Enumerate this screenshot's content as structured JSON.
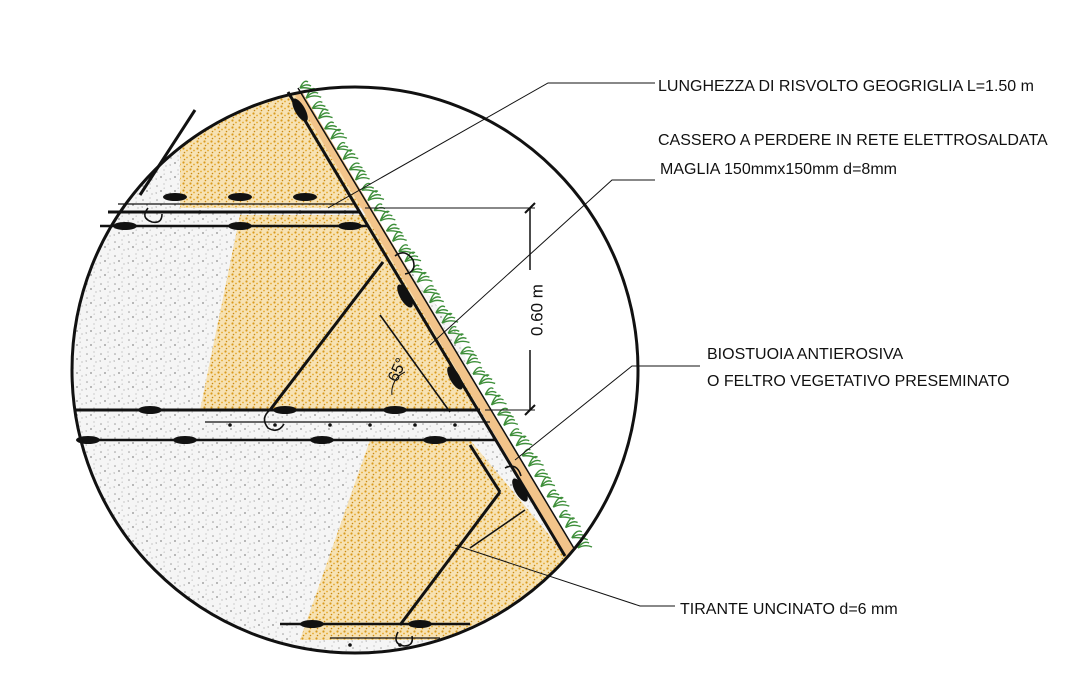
{
  "labels": {
    "risvolto": "LUNGHEZZA DI RISVOLTO GEOGRIGLIA L=1.50 m",
    "cassero_line1": "CASSERO A PERDERE IN RETE ELETTROSALDATA",
    "cassero_line2": "MAGLIA 150mmx150mm d=8mm",
    "biostuoia_line1": "BIOSTUOIA ANTIEROSIVA",
    "biostuoia_line2": "O FELTRO VEGETATIVO PRESEMINATO",
    "tirante": "TIRANTE UNCINATO d=6 mm",
    "dimension": "0.60 m",
    "angle": "65°"
  },
  "colors": {
    "fill_soil": "#e8b24a",
    "concrete": "#f3f3f3",
    "felt": "#f2c48a",
    "grass": "#3e8f3a",
    "line": "#111111"
  }
}
